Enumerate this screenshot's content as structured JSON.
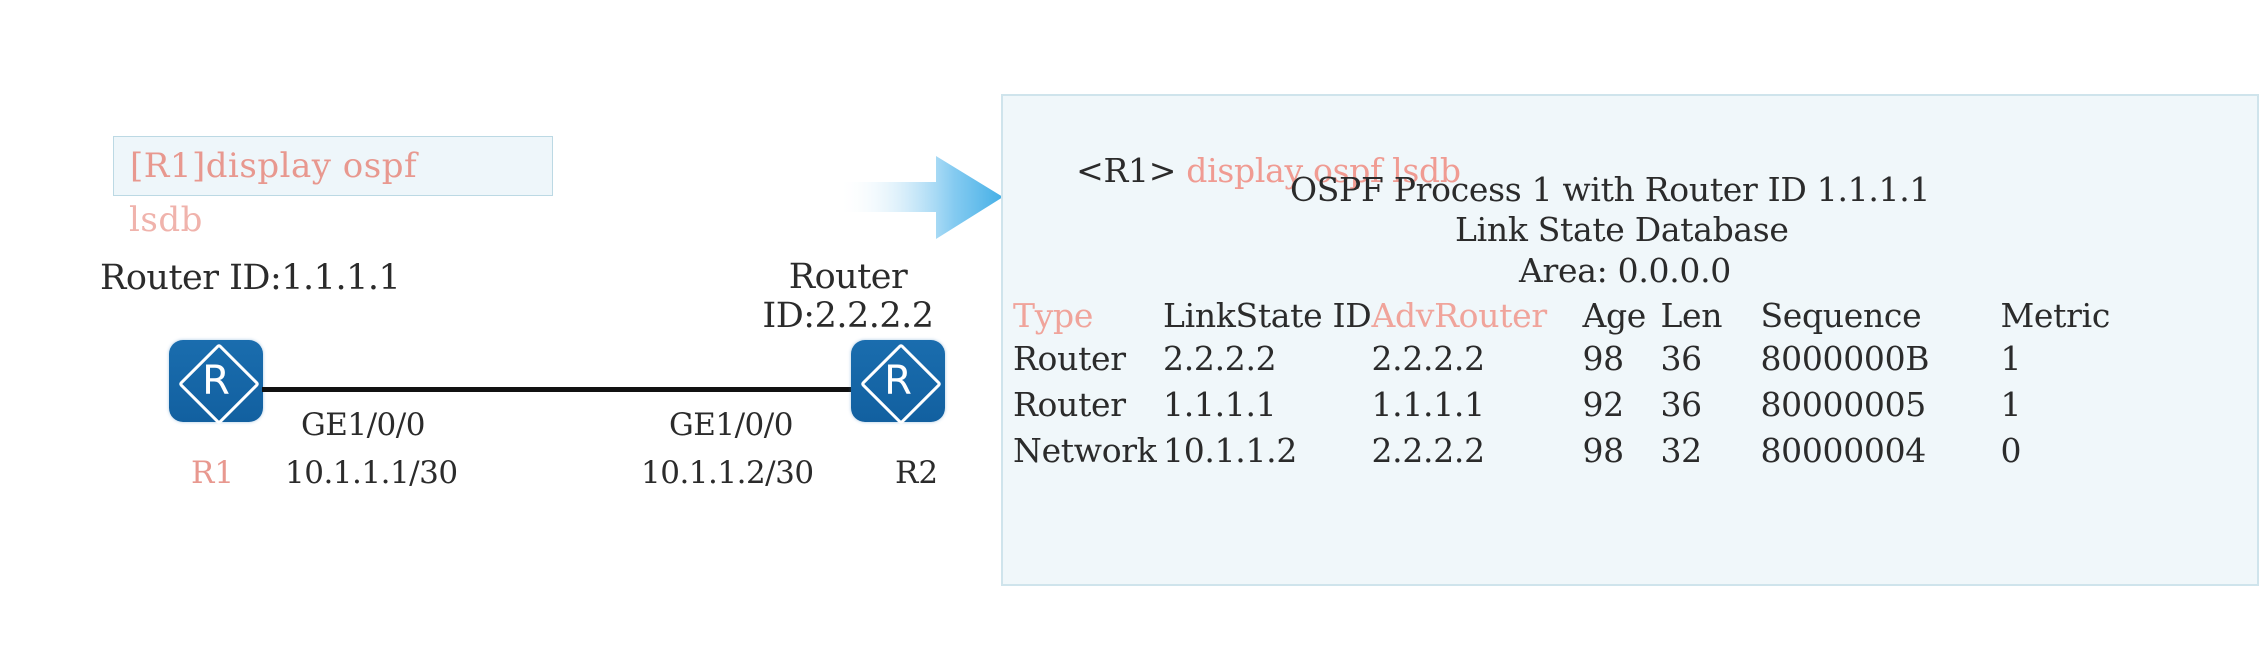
{
  "diagram": {
    "command_box": {
      "text": "[R1]display ospf",
      "wrapped_text": "lsdb",
      "accent_color": "#e8988f",
      "box_bg": "#eef6fa",
      "box_border": "#bcd9e4"
    },
    "left_router": {
      "router_id_label": "Router ID:1.1.1.1",
      "icon": "router-icon",
      "icon_letter": "R",
      "name": "R1",
      "name_color": "#e8988f",
      "interface": "GE1/0/0",
      "address": "10.1.1.1/30"
    },
    "right_router": {
      "router_id_label": "Router ID:2.2.2.2",
      "icon": "router-icon",
      "icon_letter": "R",
      "name": "R2",
      "name_color": "#2b2b2b",
      "interface": "GE1/0/0",
      "address": "10.1.1.2/30"
    },
    "link_color": "#111111",
    "arrow": {
      "direction": "right",
      "color_start": "#ffffff",
      "color_end": "#4fb3e8"
    }
  },
  "terminal": {
    "prompt": "<R1>",
    "command": "display ospf lsdb",
    "process_line": "OSPF Process 1 with Router ID 1.1.1.1",
    "database_line": "Link State Database",
    "area_line": "Area: 0.0.0.0",
    "panel_bg": "#f0f7fa",
    "panel_border": "#cfe4ec",
    "accent_color": "#f0a49b",
    "text_color": "#2b2b2b"
  },
  "chart_data": {
    "type": "table",
    "title": "Link State Database",
    "columns": [
      "Type",
      "LinkState ID",
      "AdvRouter",
      "Age",
      "Len",
      "Sequence",
      "Metric"
    ],
    "column_accent": [
      true,
      false,
      true,
      false,
      false,
      false,
      false
    ],
    "rows": [
      {
        "type": "Router",
        "linkstate_id": "2.2.2.2",
        "advrouter": "2.2.2.2",
        "age": "98",
        "len": "36",
        "sequence": "8000000B",
        "metric": "1"
      },
      {
        "type": "Router",
        "linkstate_id": "1.1.1.1",
        "advrouter": "1.1.1.1",
        "age": "92",
        "len": "36",
        "sequence": "80000005",
        "metric": "1"
      },
      {
        "type": "Network",
        "linkstate_id": "10.1.1.2",
        "advrouter": "2.2.2.2",
        "age": "98",
        "len": "32",
        "sequence": "80000004",
        "metric": "0"
      }
    ]
  }
}
